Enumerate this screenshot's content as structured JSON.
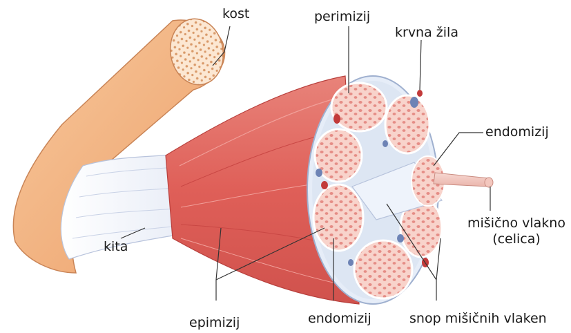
{
  "labels": {
    "kost": "kost",
    "perimizij": "perimizij",
    "krvna_zila": "krvna žila",
    "endomizij_top": "endomizij",
    "misicno_vlakno": "mišično vlakno",
    "celica": "(celica)",
    "kita": "kita",
    "epimizij": "epimizij",
    "endomizij_bottom": "endomizij",
    "snop": "snop mišičnih vlaken"
  },
  "colors": {
    "bone": "#f3b27a",
    "bone_cut": "#fde8d6",
    "tendon": "#e9eef8",
    "muscle": "#e3675f",
    "muscle_dark": "#c94744",
    "fascicle": "#f8cfc6",
    "fiber_dot": "#e58d86",
    "sheath": "#dfe8f5",
    "vessel": "#c23a3a"
  }
}
